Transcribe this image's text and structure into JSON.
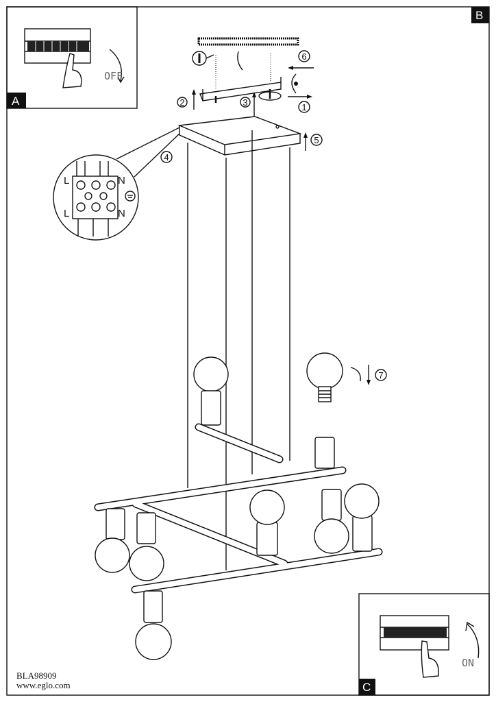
{
  "panels": {
    "a": {
      "label": "A",
      "state": "OFF"
    },
    "b": {
      "label": "B"
    },
    "c": {
      "label": "C",
      "state": "ON"
    }
  },
  "steps": [
    "1",
    "2",
    "3",
    "4",
    "5",
    "6",
    "7"
  ],
  "terminal": {
    "live": "L",
    "neutral": "N",
    "live2": "L",
    "neutral2": "N"
  },
  "footer": {
    "model": "BLA98909",
    "website": "www.eglo.com"
  }
}
